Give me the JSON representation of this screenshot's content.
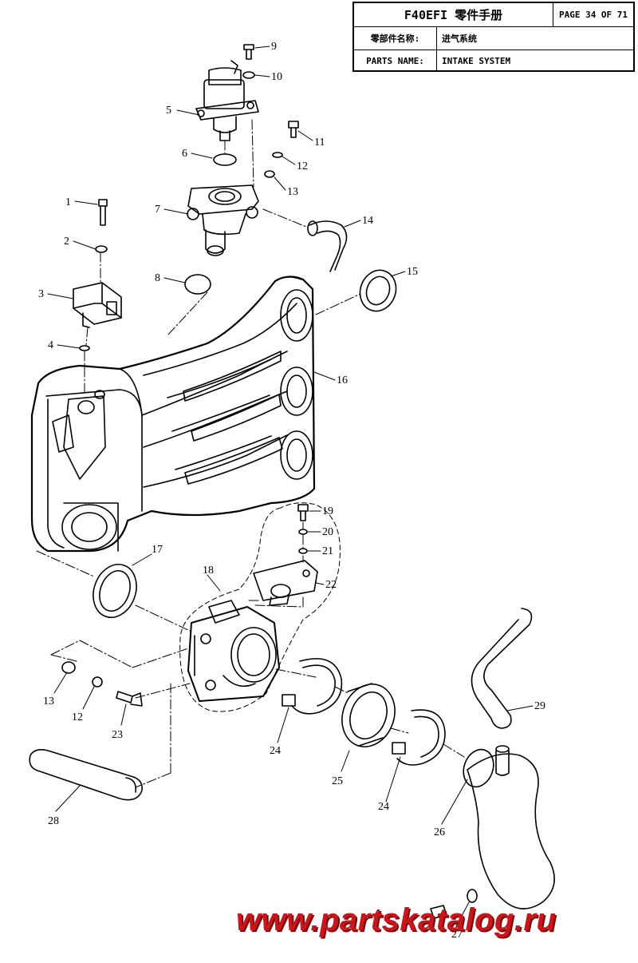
{
  "header": {
    "model": "F40EFI 零件手册",
    "page_label": "PAGE 34 OF 71",
    "cn_name_label": "零部件名称:",
    "cn_name_value": "进气系统",
    "en_name_label": "PARTS NAME:",
    "en_name_value": "INTAKE SYSTEM"
  },
  "callouts": [
    {
      "id": "c1",
      "label": "1"
    },
    {
      "id": "c2",
      "label": "2"
    },
    {
      "id": "c3",
      "label": "3"
    },
    {
      "id": "c4",
      "label": "4"
    },
    {
      "id": "c5",
      "label": "5"
    },
    {
      "id": "c6",
      "label": "6"
    },
    {
      "id": "c7",
      "label": "7"
    },
    {
      "id": "c8",
      "label": "8"
    },
    {
      "id": "c9",
      "label": "9"
    },
    {
      "id": "c10",
      "label": "10"
    },
    {
      "id": "c11",
      "label": "11"
    },
    {
      "id": "c12",
      "label": "12"
    },
    {
      "id": "c13",
      "label": "13"
    },
    {
      "id": "c14",
      "label": "14"
    },
    {
      "id": "c15",
      "label": "15"
    },
    {
      "id": "c16",
      "label": "16"
    },
    {
      "id": "c17",
      "label": "17"
    },
    {
      "id": "c18",
      "label": "18"
    },
    {
      "id": "c19",
      "label": "19"
    },
    {
      "id": "c20",
      "label": "20"
    },
    {
      "id": "c21",
      "label": "21"
    },
    {
      "id": "c22",
      "label": "22"
    },
    {
      "id": "c13b",
      "label": "13"
    },
    {
      "id": "c12b",
      "label": "12"
    },
    {
      "id": "c23",
      "label": "23"
    },
    {
      "id": "c24",
      "label": "24"
    },
    {
      "id": "c25",
      "label": "25"
    },
    {
      "id": "c24b",
      "label": "24"
    },
    {
      "id": "c26",
      "label": "26"
    },
    {
      "id": "c28",
      "label": "28"
    },
    {
      "id": "c29",
      "label": "29"
    },
    {
      "id": "c27",
      "label": "27"
    }
  ],
  "watermark": "www.partskatalog.ru",
  "colors": {
    "line": "#000000",
    "background": "#ffffff",
    "watermark": "#c8161d"
  }
}
